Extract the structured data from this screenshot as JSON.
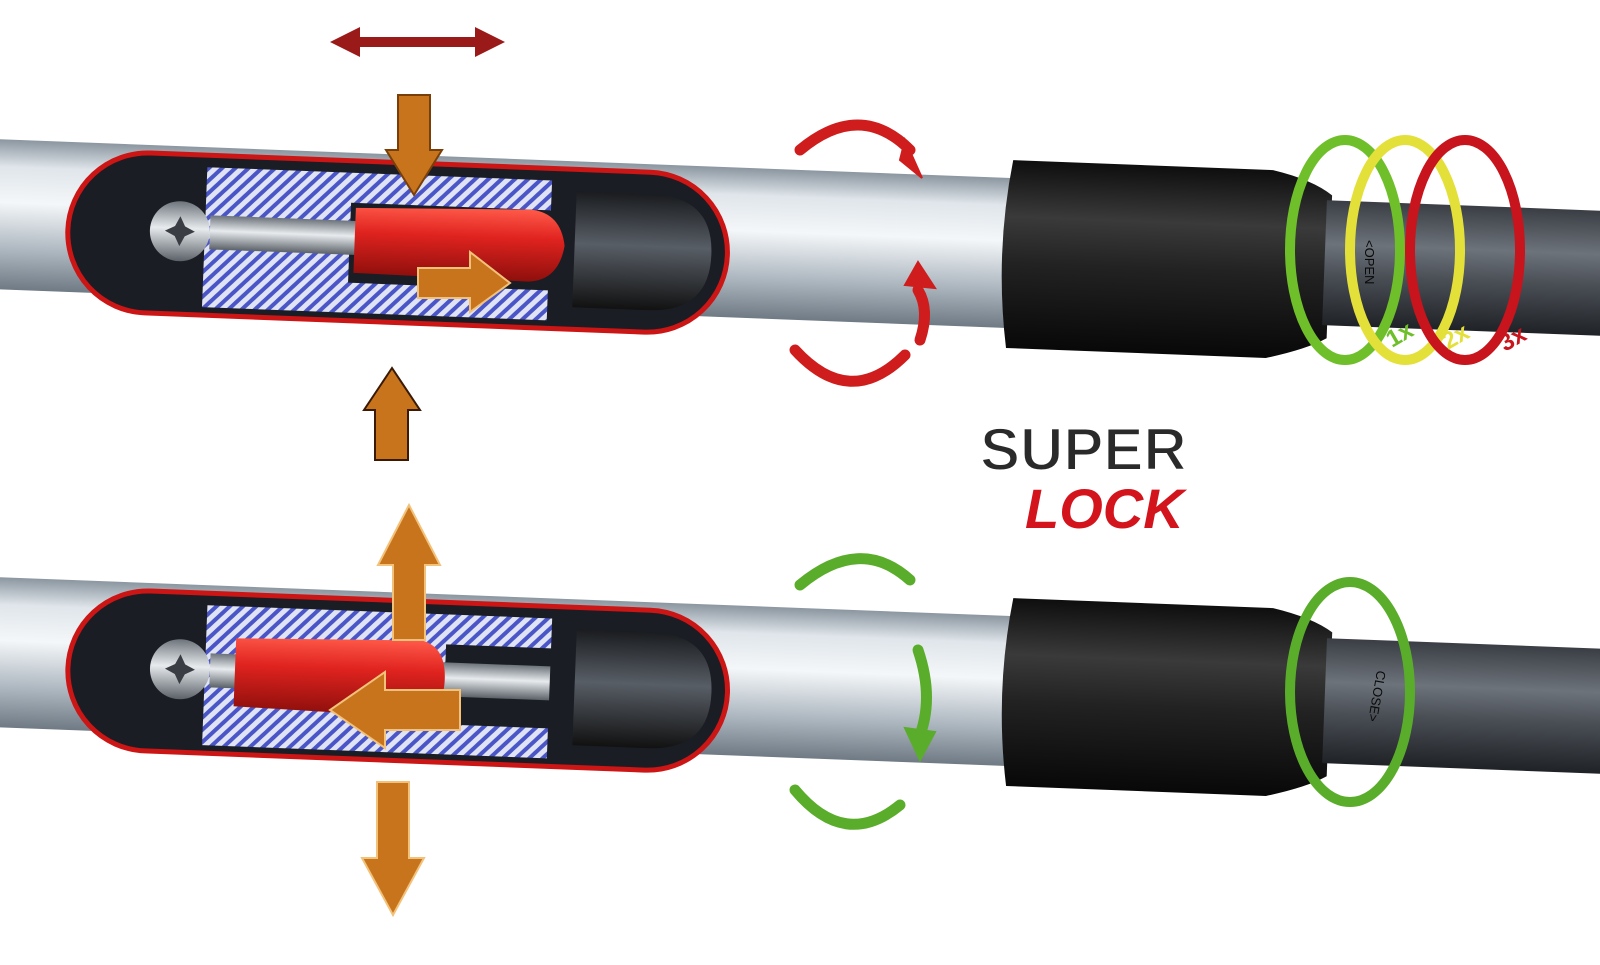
{
  "logo": {
    "word1": "SUPER",
    "word2": "LOCK",
    "color_dark": "#2a2a2a",
    "color_red": "#d3141c"
  },
  "top_rod": {
    "state": "open",
    "collar_label": "<OPEN",
    "turn_labels": [
      "1x",
      "2x",
      "3x"
    ],
    "turn_colors": [
      "#6fbf2a",
      "#e4e03a",
      "#c8141c"
    ],
    "rotation_color": "#cf1d1d"
  },
  "bottom_rod": {
    "state": "close",
    "collar_label": "CLOSE>",
    "rotation_color": "#5aad2a"
  },
  "colors": {
    "tube_light": "#e8edf2",
    "tube_mid": "#b9c3cc",
    "tube_dark": "#7f8a94",
    "expander_red": "#e0231f",
    "hatch_blue": "#4a56c8",
    "force_arrow": "#c8741c",
    "force_arrow_top": "#9a1a1a",
    "grip_black": "#1d1d1d"
  }
}
